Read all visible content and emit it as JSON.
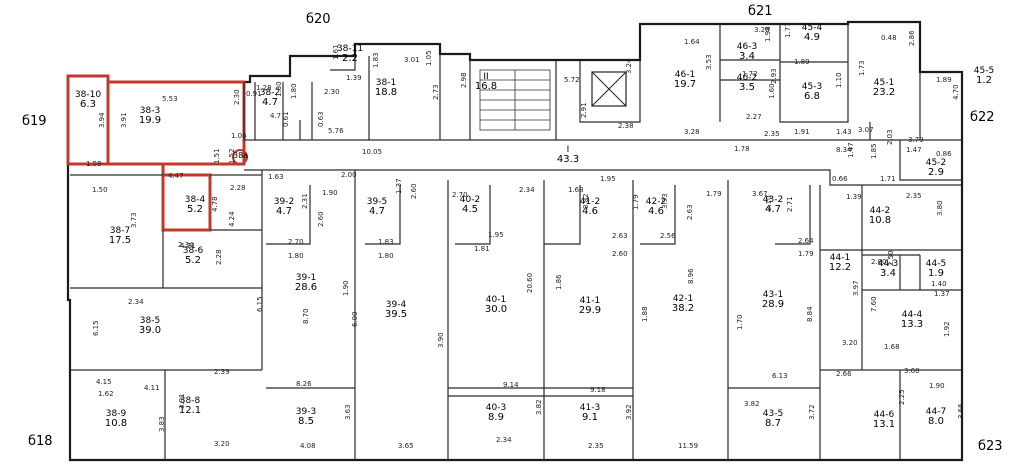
{
  "colors": {
    "wall": "#1a1a1a",
    "highlight": "#c0392b",
    "background": "#ffffff"
  },
  "axes": [
    {
      "label": "б19"
    },
    {
      "label": "б20"
    },
    {
      "label": "б21"
    },
    {
      "label": "б22"
    },
    {
      "label": "б18"
    },
    {
      "label": "б23"
    }
  ],
  "marker": {
    "label": "38а"
  },
  "rooms": [
    {
      "id": "38-10",
      "area": "6.3",
      "highlighted": true
    },
    {
      "id": "38-3",
      "area": "19.9",
      "highlighted": true
    },
    {
      "id": "38-11",
      "area": "2.2"
    },
    {
      "id": "38-2",
      "area": "4.7"
    },
    {
      "id": "38-1",
      "area": "18.8"
    },
    {
      "id": "II",
      "area": "16.8"
    },
    {
      "id": "46-1",
      "area": "19.7"
    },
    {
      "id": "46-3",
      "area": "3.4"
    },
    {
      "id": "46-2",
      "area": "3.5"
    },
    {
      "id": "45-4",
      "area": "4.9"
    },
    {
      "id": "45-3",
      "area": "6.8"
    },
    {
      "id": "45-1",
      "area": "23.2"
    },
    {
      "id": "45-5",
      "area": "1.2"
    },
    {
      "id": "45-2",
      "area": "2.9"
    },
    {
      "id": "I",
      "area": "43.3"
    },
    {
      "id": "38-4",
      "area": "5.2",
      "highlighted": true
    },
    {
      "id": "38-7",
      "area": "17.5"
    },
    {
      "id": "38-6",
      "area": "5.2"
    },
    {
      "id": "38-5",
      "area": "39.0"
    },
    {
      "id": "38-8",
      "area": "12.1"
    },
    {
      "id": "38-9",
      "area": "10.8"
    },
    {
      "id": "39-2",
      "area": "4.7"
    },
    {
      "id": "39-5",
      "area": "4.7"
    },
    {
      "id": "39-1",
      "area": "28.6"
    },
    {
      "id": "39-4",
      "area": "39.5"
    },
    {
      "id": "39-3",
      "area": "8.5"
    },
    {
      "id": "40-2",
      "area": "4.5"
    },
    {
      "id": "40-1",
      "area": "30.0"
    },
    {
      "id": "40-3",
      "area": "8.9"
    },
    {
      "id": "41-2",
      "area": "4.6"
    },
    {
      "id": "41-1",
      "area": "29.9"
    },
    {
      "id": "41-3",
      "area": "9.1"
    },
    {
      "id": "42-2",
      "area": "4.6"
    },
    {
      "id": "42-1",
      "area": "38.2"
    },
    {
      "id": "43-2",
      "area": "4.7"
    },
    {
      "id": "43-1",
      "area": "28.9"
    },
    {
      "id": "43-5",
      "area": "8.7"
    },
    {
      "id": "44-2",
      "area": "10.8"
    },
    {
      "id": "44-1",
      "area": "12.2"
    },
    {
      "id": "44-3",
      "area": "3.4"
    },
    {
      "id": "44-5",
      "area": "1.9"
    },
    {
      "id": "44-4",
      "area": "13.3"
    },
    {
      "id": "44-6",
      "area": "13.1"
    },
    {
      "id": "44-7",
      "area": "8.0"
    }
  ],
  "dimensions": [
    "3.94",
    "3.91",
    "5.53",
    "2.30",
    "1.06",
    "1.59",
    "4.47",
    "1.51",
    "1.52",
    "0.91",
    "1.28",
    "1.80",
    "1.80",
    "4.7",
    "0.61",
    "0.63",
    "2.30",
    "1.61",
    "1.39",
    "3.01",
    "1.83",
    "2.73",
    "1.05",
    "5.76",
    "10.05",
    "2.98",
    "5.72",
    "2.91",
    "2.38",
    "3.28",
    "1.64",
    "3.24",
    "3.53",
    "3.20",
    "1.98",
    "1.71",
    "1.72",
    "1.89",
    "2.93",
    "1.60",
    "2.27",
    "2.35",
    "1.91",
    "1.43",
    "1.10",
    "3.07",
    "0.48",
    "2.86",
    "1.89",
    "1.73",
    "4.70",
    "3.79",
    "0.86",
    "1.78",
    "8.34",
    "1.47",
    "1.85",
    "2.03",
    "1.71",
    "1.47",
    "0.66",
    "1.39",
    "1.50",
    "3.73",
    "4.78",
    "2.34",
    "2.28",
    "1.63",
    "4.24",
    "4.71",
    "2.28",
    "2.34",
    "6.15",
    "4.15",
    "1.62",
    "4.11",
    "2.39",
    "3.91",
    "3.20",
    "3.83",
    "2.31",
    "2.60",
    "2.70",
    "1.80",
    "1.90",
    "2.00",
    "1.37",
    "2.60",
    "2.70",
    "1.83",
    "1.80",
    "1.90",
    "8.70",
    "6.00",
    "6.15",
    "8.26",
    "3.90",
    "3.65",
    "4.08",
    "3.63",
    "2.34",
    "1.95",
    "1.81",
    "1.68",
    "1.95",
    "20.60",
    "9.14",
    "3.82",
    "2.34",
    "3.82",
    "2.63",
    "1.79",
    "2.60",
    "1.86",
    "9.18",
    "3.92",
    "2.35",
    "3.93",
    "2.63",
    "2.56",
    "1.79",
    "1.88",
    "8.96",
    "11.59",
    "3.67",
    "2.10",
    "2.71",
    "2.64",
    "1.79",
    "1.70",
    "8.84",
    "6.13",
    "3.82",
    "3.72",
    "2.35",
    "3.80",
    "2.80",
    "2.50",
    "1.40",
    "1.37",
    "3.97",
    "7.60",
    "3.20",
    "1.68",
    "1.92",
    "2.66",
    "3.60",
    "1.90",
    "2.25",
    "3.66",
    "3.53"
  ]
}
